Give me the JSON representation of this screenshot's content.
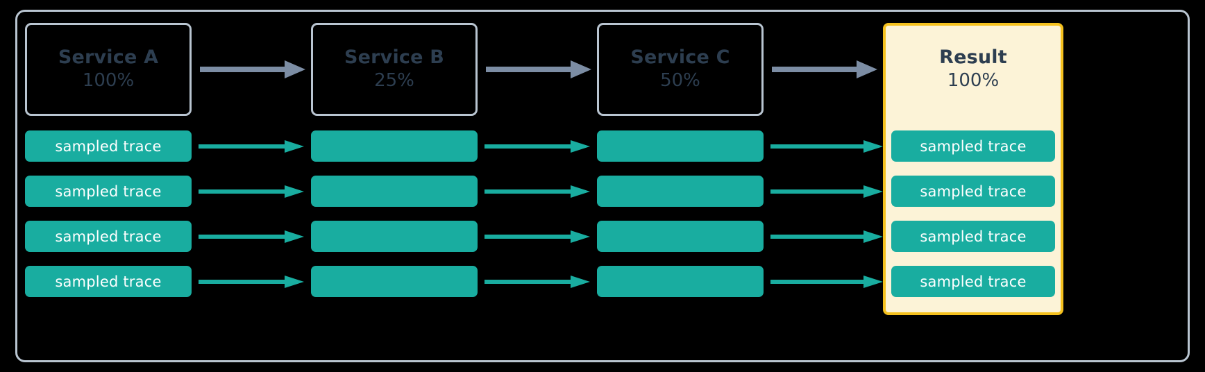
{
  "diagram": {
    "title_role": "trace-sampling-pipeline",
    "colors": {
      "background": "#000000",
      "frame_border": "#b9c5d1",
      "service_text": "#2d3e50",
      "trace_bar": "#19ada0",
      "trace_bar_text": "#ffffff",
      "result_fill": "#fcf3d7",
      "result_border": "#f5c11e",
      "header_arrow": "#7c8da4",
      "trace_arrow": "#19ada0"
    },
    "stages": [
      {
        "name": "Service A",
        "percent": "100%",
        "highlight": false
      },
      {
        "name": "Service B",
        "percent": "25%",
        "highlight": false
      },
      {
        "name": "Service C",
        "percent": "50%",
        "highlight": false
      },
      {
        "name": "Result",
        "percent": "100%",
        "highlight": true
      }
    ],
    "trace_rows": [
      {
        "labels": [
          "sampled trace",
          "",
          "",
          "sampled trace"
        ]
      },
      {
        "labels": [
          "sampled trace",
          "",
          "",
          "sampled trace"
        ]
      },
      {
        "labels": [
          "sampled trace",
          "",
          "",
          "sampled trace"
        ]
      },
      {
        "labels": [
          "sampled trace",
          "",
          "",
          "sampled trace"
        ]
      }
    ]
  }
}
